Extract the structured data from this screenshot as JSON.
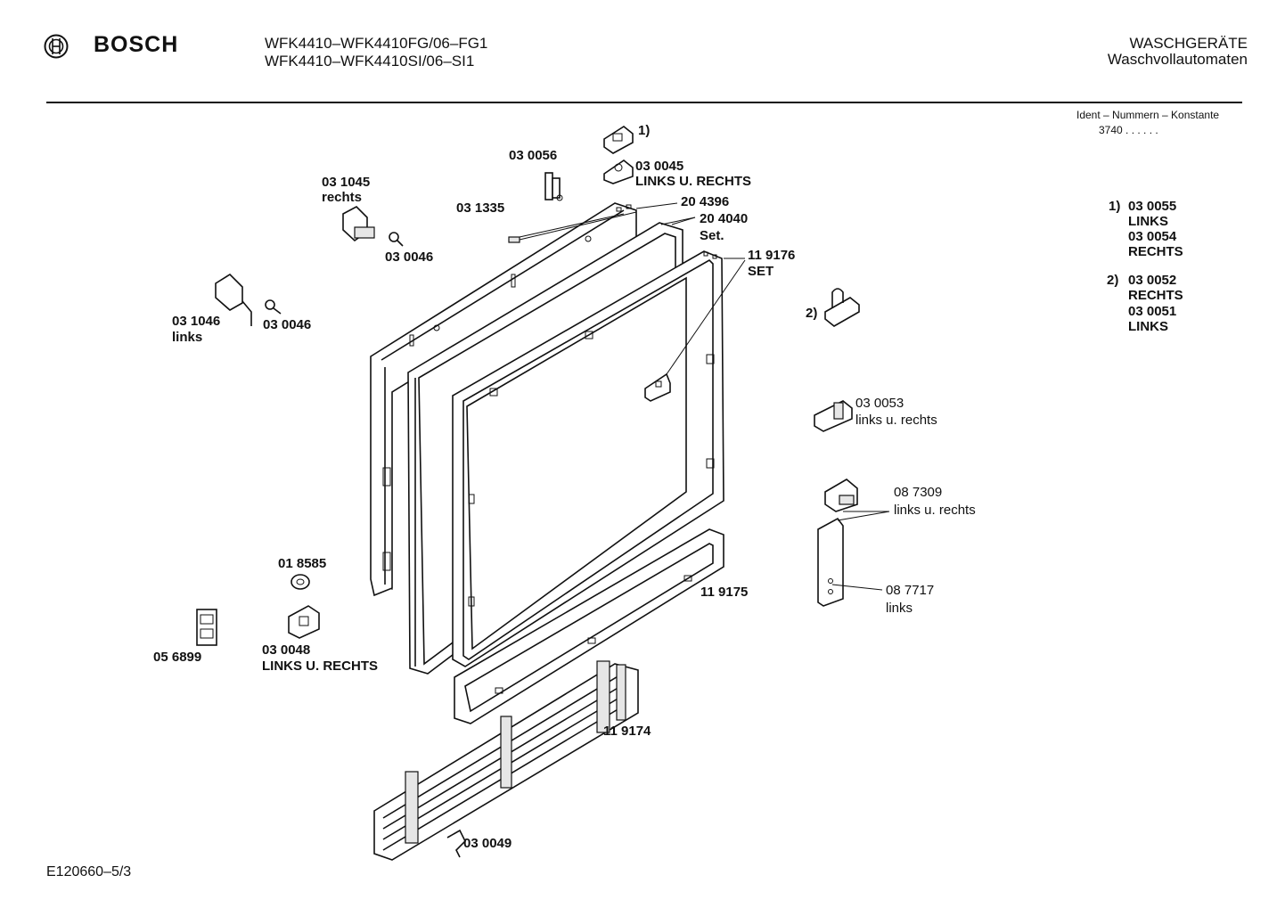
{
  "header": {
    "brand": "BOSCH",
    "model_line1": "WFK4410–WFK4410FG/06–FG1",
    "model_line2": "WFK4410–WFK4410SI/06–SI1",
    "category_line1": "WASCHGERÄTE",
    "category_line2": "Waschvollautomaten",
    "ident_label": "Ident – Nummern – Konstante",
    "ident_value": "3740 . . . . . ."
  },
  "notes": {
    "n1_marker": "1)",
    "n1_line1": "03 0055",
    "n1_line2": "LINKS",
    "n1_line3": "03 0054",
    "n1_line4": "RECHTS",
    "n2_marker": "2)",
    "n2_line1": "03 0052",
    "n2_line2": "RECHTS",
    "n2_line3": "03 0051",
    "n2_line4": "LINKS"
  },
  "parts": {
    "p_1": "1)",
    "p_030045": "03 0045",
    "p_030045_note": "LINKS U. RECHTS",
    "p_030056": "03 0056",
    "p_031335": "03 1335",
    "p_031045": "03 1045",
    "p_031045_note": "rechts",
    "p_030046a": "03 0046",
    "p_204396": "20 4396",
    "p_204040": "20 4040",
    "p_204040_note": "Set.",
    "p_119176": "11 9176",
    "p_119176_note": "SET",
    "p_031046": "03 1046",
    "p_031046_note": "links",
    "p_030046b": "03 0046",
    "p_2": "2)",
    "p_030053": "03 0053",
    "p_030053_note": "links u. rechts",
    "p_087309": "08 7309",
    "p_087309_note": "links u. rechts",
    "p_087717": "08 7717",
    "p_087717_note": "links",
    "p_018585": "01 8585",
    "p_056899": "05 6899",
    "p_030048": "03 0048",
    "p_030048_note": "LINKS U. RECHTS",
    "p_119175": "11 9175",
    "p_119174": "11 9174",
    "p_030049": "03 0049"
  },
  "footer": {
    "code": "E120660–5/3"
  }
}
